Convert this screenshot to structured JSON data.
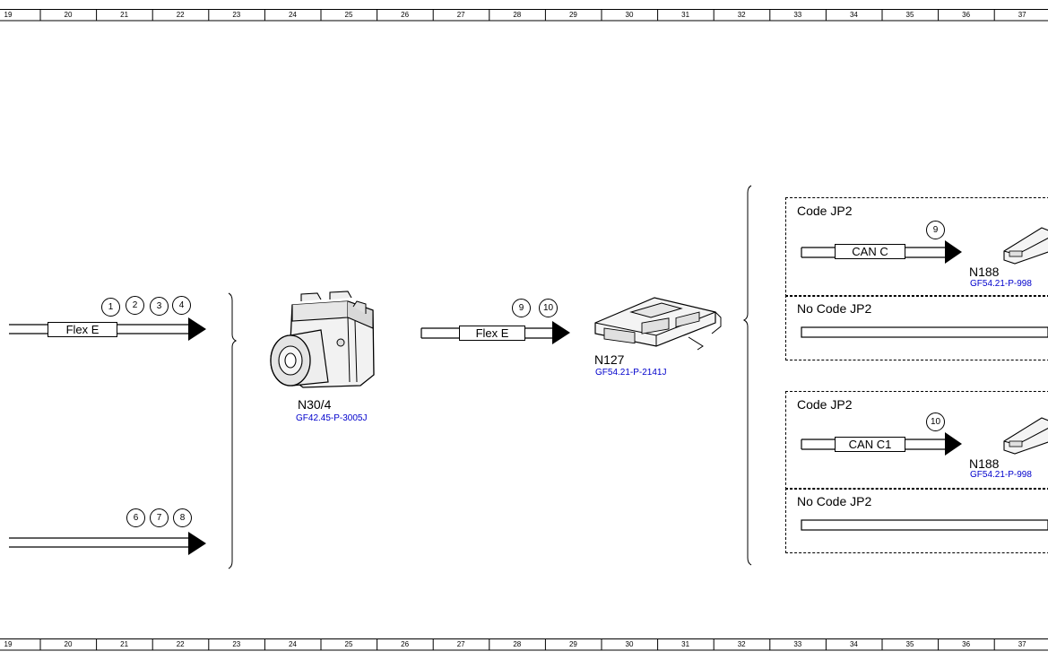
{
  "ruler": {
    "first_label": "19",
    "labels": [
      "20",
      "21",
      "22",
      "23",
      "24",
      "25",
      "26",
      "27",
      "28",
      "29",
      "30",
      "31",
      "32",
      "33",
      "34",
      "35",
      "36",
      "37"
    ]
  },
  "left_groups": [
    {
      "harness_label": "Flex E",
      "pins": [
        "1",
        "2",
        "3",
        "4"
      ]
    },
    {
      "harness_label": "",
      "pins": [
        "6",
        "7",
        "8"
      ]
    }
  ],
  "component_n30": {
    "label": "N30/4",
    "ref": "GF42.45-P-3005J"
  },
  "middle_link": {
    "harness_label": "Flex E",
    "pins": [
      "9",
      "10"
    ]
  },
  "component_n127": {
    "label": "N127",
    "ref": "GF54.21-P-2141J"
  },
  "variants": [
    {
      "code": "Code JP2",
      "pin": "9",
      "bus_label": "CAN C",
      "comp_label": "N188",
      "comp_ref": "GF54.21-P-998",
      "alt_code": "No Code JP2"
    },
    {
      "code": "Code JP2",
      "pin": "10",
      "bus_label": "CAN C1",
      "comp_label": "N188",
      "comp_ref": "GF54.21-P-998",
      "alt_code": "No Code JP2"
    }
  ]
}
